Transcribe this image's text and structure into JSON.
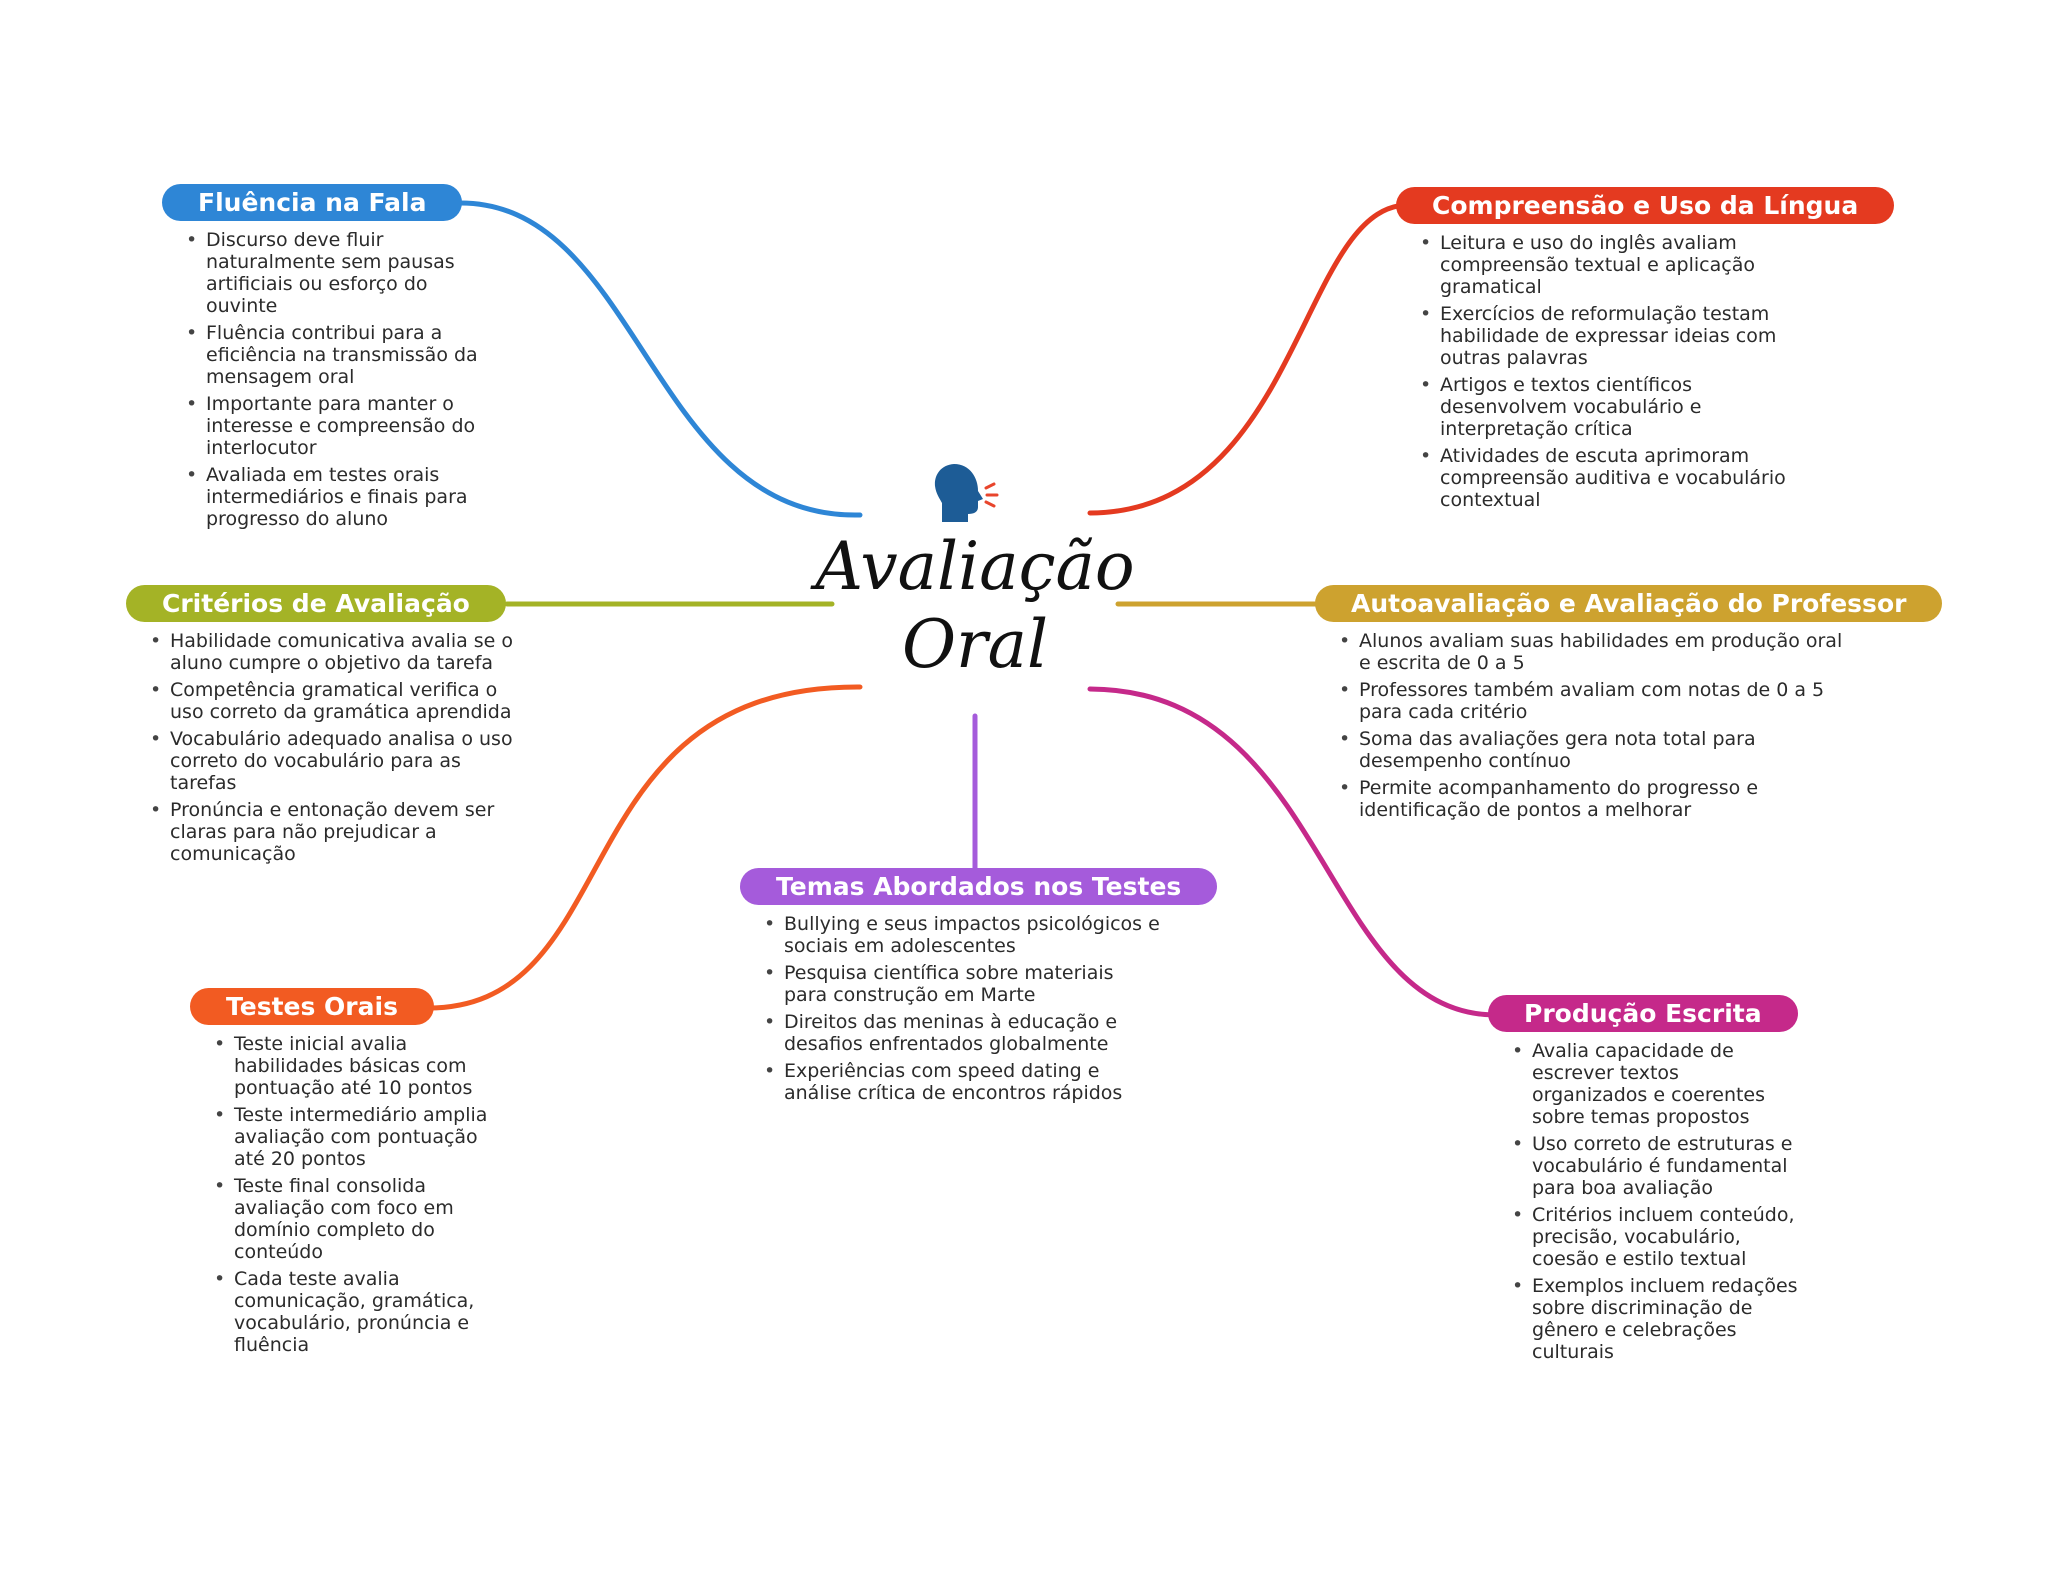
{
  "center": {
    "title_line1": "Avaliação",
    "title_line2": "Oral",
    "icon": "speaking-head-icon",
    "icon_color": "#1d5c96",
    "sound_color": "#e8452c"
  },
  "branches": [
    {
      "id": "fluencia-na-fala",
      "title": "Fluência na Fala",
      "color": "#2e86d6",
      "items": [
        "Discurso deve fluir naturalmente sem pausas artificiais ou esforço do ouvinte",
        "Fluência contribui para a eficiência na transmissão da mensagem oral",
        "Importante para manter o interesse e compreensão do interlocutor",
        "Avaliada em testes orais intermediários e finais para progresso do aluno"
      ]
    },
    {
      "id": "compreensao-e-uso-da-lingua",
      "title": "Compreensão e Uso da Língua",
      "color": "#e43a20",
      "items": [
        "Leitura e uso do inglês avaliam compreensão textual e aplicação gramatical",
        "Exercícios de reformulação testam habilidade de expressar ideias com outras palavras",
        "Artigos e textos científicos desenvolvem vocabulário e interpretação crítica",
        "Atividades de escuta aprimoram compreensão auditiva e vocabulário contextual"
      ]
    },
    {
      "id": "criterios-de-avaliacao",
      "title": "Critérios de Avaliação",
      "color": "#a4b326",
      "items": [
        "Habilidade comunicativa avalia se o aluno cumpre o objetivo da tarefa",
        "Competência gramatical verifica o uso correto da gramática aprendida",
        "Vocabulário adequado analisa o uso correto do vocabulário para as tarefas",
        "Pronúncia e entonação devem ser claras para não prejudicar a comunicação"
      ]
    },
    {
      "id": "autoavaliacao-e-avaliacao-do-professor",
      "title": "Autoavaliação e Avaliação do Professor",
      "color": "#cda22f",
      "items": [
        "Alunos avaliam suas habilidades em produção oral e escrita de 0 a 5",
        "Professores também avaliam com notas de 0 a 5 para cada critério",
        "Soma das avaliações gera nota total para desempenho contínuo",
        "Permite acompanhamento do progresso e identificação de pontos a melhorar"
      ]
    },
    {
      "id": "temas-abordados-nos-testes",
      "title": "Temas Abordados nos Testes",
      "color": "#a55bdb",
      "items": [
        "Bullying e seus impactos psicológicos e sociais em adolescentes",
        "Pesquisa científica sobre materiais para construção em Marte",
        "Direitos das meninas à educação e desafios enfrentados globalmente",
        "Experiências com speed dating e análise crítica de encontros rápidos"
      ]
    },
    {
      "id": "testes-orais",
      "title": "Testes Orais",
      "color": "#f25b22",
      "items": [
        "Teste inicial avalia habilidades básicas com pontuação até 10 pontos",
        "Teste intermediário amplia avaliação com pontuação até 20 pontos",
        "Teste final consolida avaliação com foco em domínio completo do conteúdo",
        "Cada teste avalia comunicação, gramática, vocabulário, pronúncia e fluência"
      ]
    },
    {
      "id": "producao-escrita",
      "title": "Produção Escrita",
      "color": "#c5298a",
      "items": [
        "Avalia capacidade de escrever textos organizados e coerentes sobre temas propostos",
        "Uso correto de estruturas e vocabulário é fundamental para boa avaliação",
        "Critérios incluem conteúdo, precisão, vocabulário, coesão e estilo textual",
        "Exemplos incluem redações sobre discriminação de gênero e celebrações culturais"
      ]
    }
  ]
}
